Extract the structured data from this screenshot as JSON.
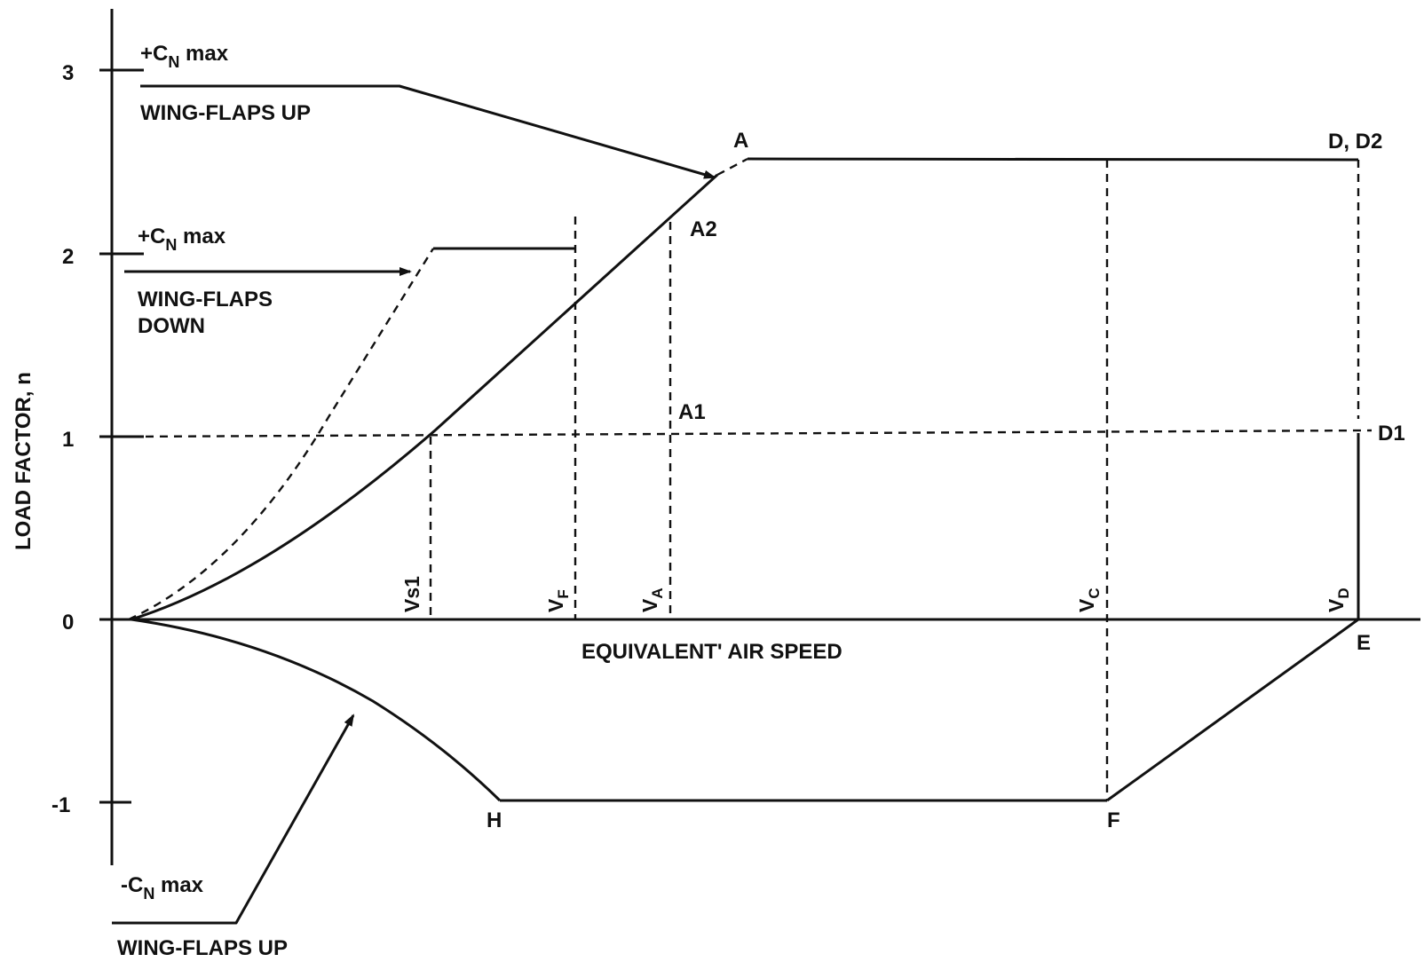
{
  "diagram": {
    "y_axis_label": "LOAD FACTOR, n",
    "x_axis_label": "EQUIVALENT' AIR SPEED",
    "y_ticks": [
      "3",
      "2",
      "1",
      "0",
      "-1"
    ],
    "annotations": {
      "cn_max_pos_flaps_up": "+C",
      "cn_max_pos_flaps_up_sub": "N",
      "cn_max_pos_flaps_up_suffix": " max",
      "flaps_up_top": "WING-FLAPS UP",
      "cn_max_pos_flaps_down": "+C",
      "cn_max_pos_flaps_down_sub": "N",
      "cn_max_pos_flaps_down_suffix": " max",
      "flaps_down_line1": "WING-FLAPS",
      "flaps_down_line2": "DOWN",
      "cn_max_neg": "-C",
      "cn_max_neg_sub": "N",
      "cn_max_neg_suffix": " max",
      "flaps_up_bottom": "WING-FLAPS UP"
    },
    "points": {
      "A": "A",
      "A1": "A1",
      "A2": "A2",
      "D_D2": "D, D2",
      "D1": "D1",
      "E": "E",
      "F": "F",
      "H": "H"
    },
    "speeds": {
      "vs1": "Vs1",
      "vf_main": "V",
      "vf_sub": "F",
      "va_main": "V",
      "va_sub": "A",
      "vc_main": "V",
      "vc_sub": "C",
      "vd_main": "V",
      "vd_sub": "D"
    }
  }
}
